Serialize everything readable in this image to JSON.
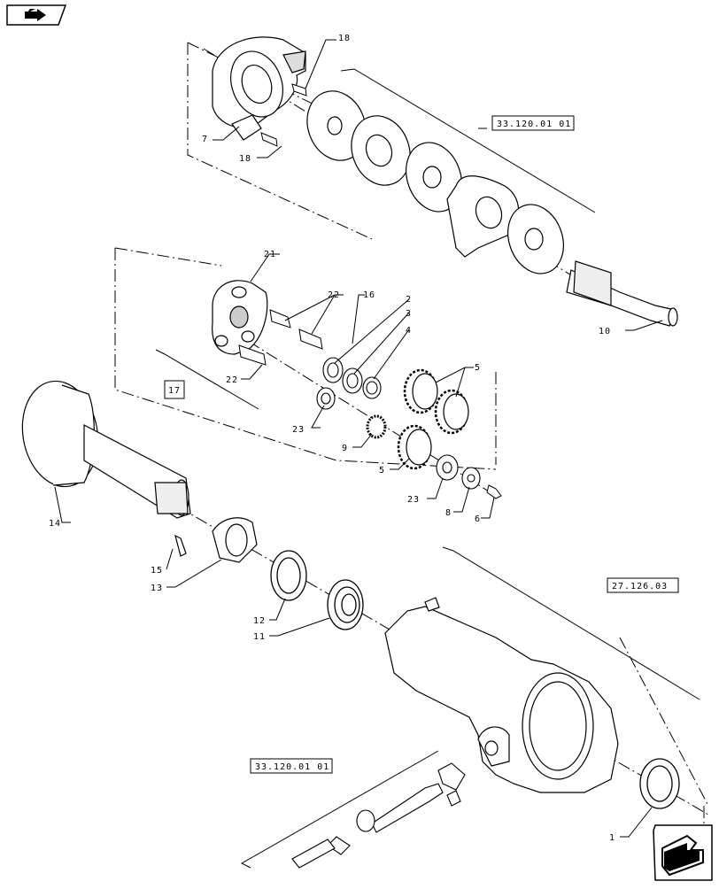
{
  "diagram": {
    "callouts": {
      "c1": "1",
      "c2": "2",
      "c3": "3",
      "c4": "4",
      "c5a": "5",
      "c5b": "5",
      "c6": "6",
      "c7": "7",
      "c8": "8",
      "c9": "9",
      "c10": "10",
      "c11": "11",
      "c12": "12",
      "c13": "13",
      "c14": "14",
      "c15": "15",
      "c16": "16",
      "c18a": "18",
      "c18b": "18",
      "c21": "21",
      "c22a": "22",
      "c22b": "22",
      "c23a": "23",
      "c23b": "23"
    },
    "refs": {
      "ref_top": "33.120.01 01",
      "ref_housing": "27.126.03",
      "ref_bottom": "33.120.01 01",
      "ref_17": "17"
    }
  },
  "icons": {
    "prev": "previous-page-icon",
    "next": "next-page-icon"
  }
}
